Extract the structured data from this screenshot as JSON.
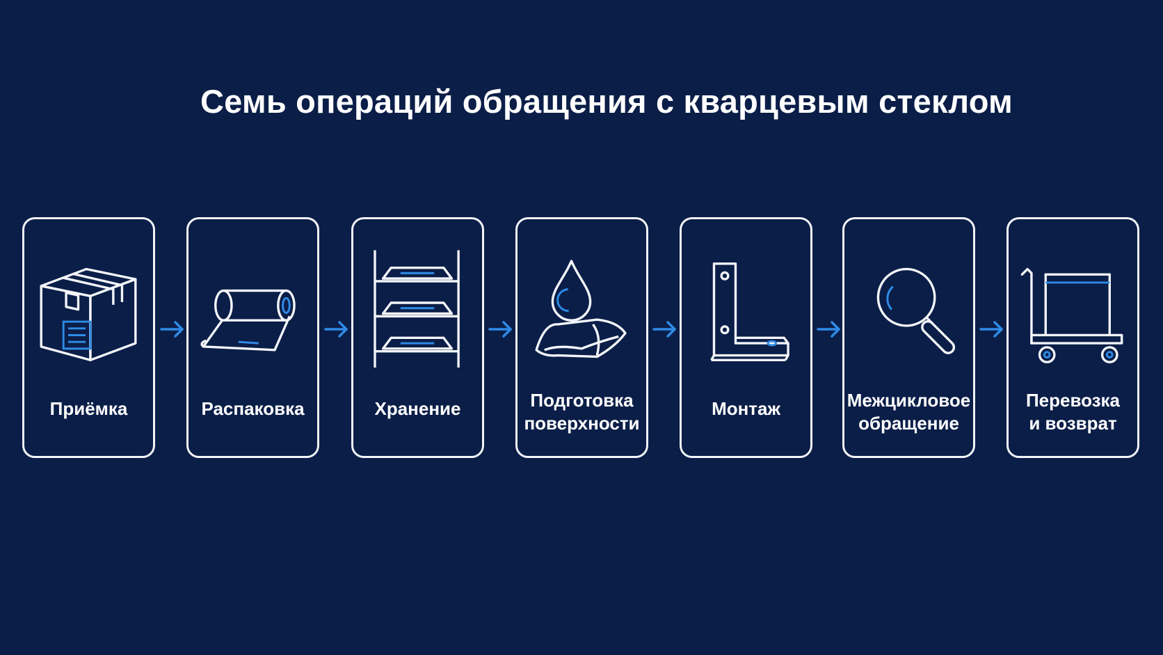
{
  "title": "Семь операций обращения с кварцевым стеклом",
  "colors": {
    "background": "#0b1e48",
    "stroke": "#f2f4f8",
    "accent": "#2e8be6"
  },
  "steps": [
    {
      "icon": "box-icon",
      "lines": [
        "Приёмка"
      ]
    },
    {
      "icon": "film-roll-icon",
      "lines": [
        "Распаковка"
      ]
    },
    {
      "icon": "shelving-rack-icon",
      "lines": [
        "Хранение"
      ]
    },
    {
      "icon": "water-drop-cloth-icon",
      "lines": [
        "Подготовка",
        "поверхности"
      ]
    },
    {
      "icon": "l-bracket-icon",
      "lines": [
        "Монтаж"
      ]
    },
    {
      "icon": "magnifier-icon",
      "lines": [
        "Межцикловое",
        "обращение"
      ]
    },
    {
      "icon": "cart-icon",
      "lines": [
        "Перевозка",
        "и возврат"
      ]
    }
  ]
}
